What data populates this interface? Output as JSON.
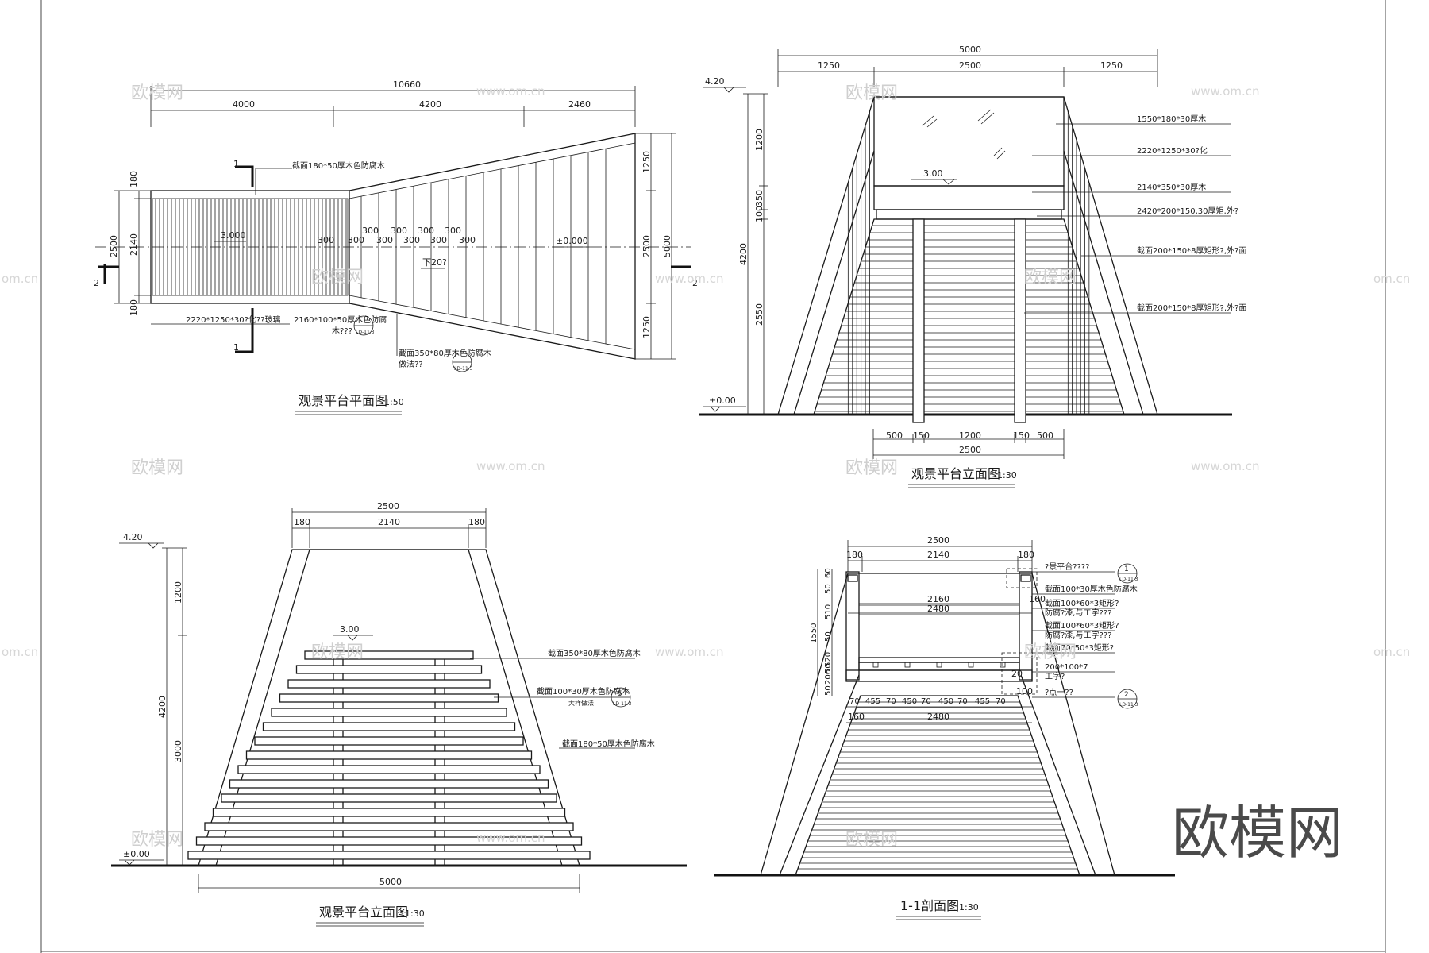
{
  "watermark": {
    "brand": "欧模网",
    "url": "www.om.cn",
    "url_edge": "om.cn"
  },
  "plan": {
    "title": "观景平台平面图",
    "scale": "1:50",
    "dims_top": [
      "10660",
      "4000",
      "4200",
      "2460"
    ],
    "dims_left": [
      "180",
      "2140",
      "180",
      "2500"
    ],
    "dims_right": [
      "1250",
      "2500",
      "1250",
      "5000"
    ],
    "steps": [
      "300",
      "300",
      "300",
      "300",
      "300",
      "300",
      "300",
      "300",
      "300",
      "300"
    ],
    "level_high": "3.000",
    "level_low": "±0.000",
    "slope": "下20?",
    "section_marks": [
      "1",
      "1",
      "2",
      "2"
    ],
    "notes": {
      "top": "截面180*50厚木色防腐木",
      "glass": "2220*1250*30?化??玻璃",
      "wood": "2160*100*50厚木色防腐",
      "wood_2": "木???",
      "beam": "截面350*80厚木色防腐木",
      "beam_2": "做法??"
    },
    "callout_ref": "LD-11.3"
  },
  "front": {
    "title": "观景平台立面图",
    "scale": "1:30",
    "dims_top": [
      "5000",
      "1250",
      "2500",
      "1250"
    ],
    "dims_left": [
      "1200",
      "350",
      "100",
      "4200",
      "2550"
    ],
    "dims_bottom": [
      "500",
      "150",
      "1200",
      "150",
      "500",
      "2500"
    ],
    "level_top": "4.20",
    "level_mid": "3.00",
    "level_bottom": "±0.00",
    "notes": [
      "1550*180*30厚木",
      "2220*1250*30?化",
      "2140*350*30厚木",
      "2420*200*150,30厚矩,外?",
      "截面200*150*8厚矩形?,外?面",
      "截面200*150*8厚矩形?,外?面"
    ]
  },
  "side": {
    "title": "观景平台立面图",
    "scale": "1:30",
    "dims_top": [
      "2500",
      "180",
      "2140",
      "180"
    ],
    "dims_left": [
      "1200",
      "4200",
      "3000"
    ],
    "dims_bottom": [
      "5000"
    ],
    "level_top": "4.20",
    "level_mid": "3.00",
    "level_bottom": "±0.00",
    "notes": [
      "截面350*80厚木色防腐木",
      "截面100*30厚木色防腐木",
      "截面180*50厚木色防腐木"
    ],
    "note2_sub": "大样做法",
    "callout_num": "5",
    "callout_ref": "LD-11.3"
  },
  "section": {
    "title": "1-1剖面图",
    "scale": "1:30",
    "dims_top": [
      "2500",
      "180",
      "2140",
      "180"
    ],
    "dims_inner": [
      "2160",
      "2480"
    ],
    "dims_left": [
      "60",
      "50",
      "510",
      "50",
      "520",
      "1550",
      "50",
      "200",
      "50"
    ],
    "dims_right": [
      "160",
      "20",
      "100"
    ],
    "dims_bottom": [
      "70",
      "455",
      "70",
      "450",
      "70",
      "450",
      "70",
      "455",
      "70"
    ],
    "dims_bottom2": [
      "2480",
      "160"
    ],
    "notes": [
      "?景平台????",
      "截面100*30厚木色防腐木",
      "截面100*60*3矩形?",
      "防腐?漆,与工字???",
      "截面100*60*3矩形?",
      "防腐?漆,与工字???",
      "截面70*50*3矩形?",
      "200*100*7",
      "工字?",
      "?点一??"
    ],
    "callout_1": "1",
    "callout_2": "2",
    "callout_ref": "LD-11.3"
  }
}
